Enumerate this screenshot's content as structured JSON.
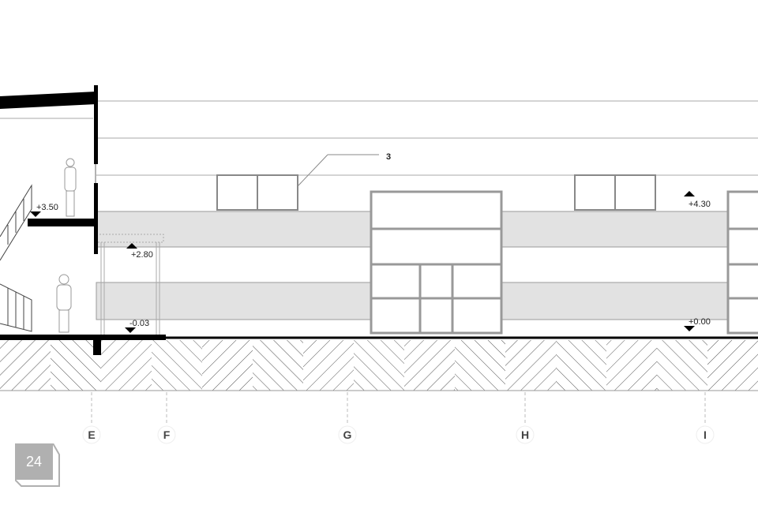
{
  "drawing": {
    "callout": "3",
    "levels": {
      "upper_floor": "+3.50",
      "canopy": "+2.80",
      "interior_floor": "-0.03",
      "parapet": "+4.30",
      "ground": "+0.00"
    },
    "axes": [
      "E",
      "F",
      "G",
      "H",
      "I"
    ]
  },
  "page_number": "24",
  "colors": {
    "line": "#000000",
    "band": "#e2e2e2",
    "badge": "#b0b0b0"
  }
}
